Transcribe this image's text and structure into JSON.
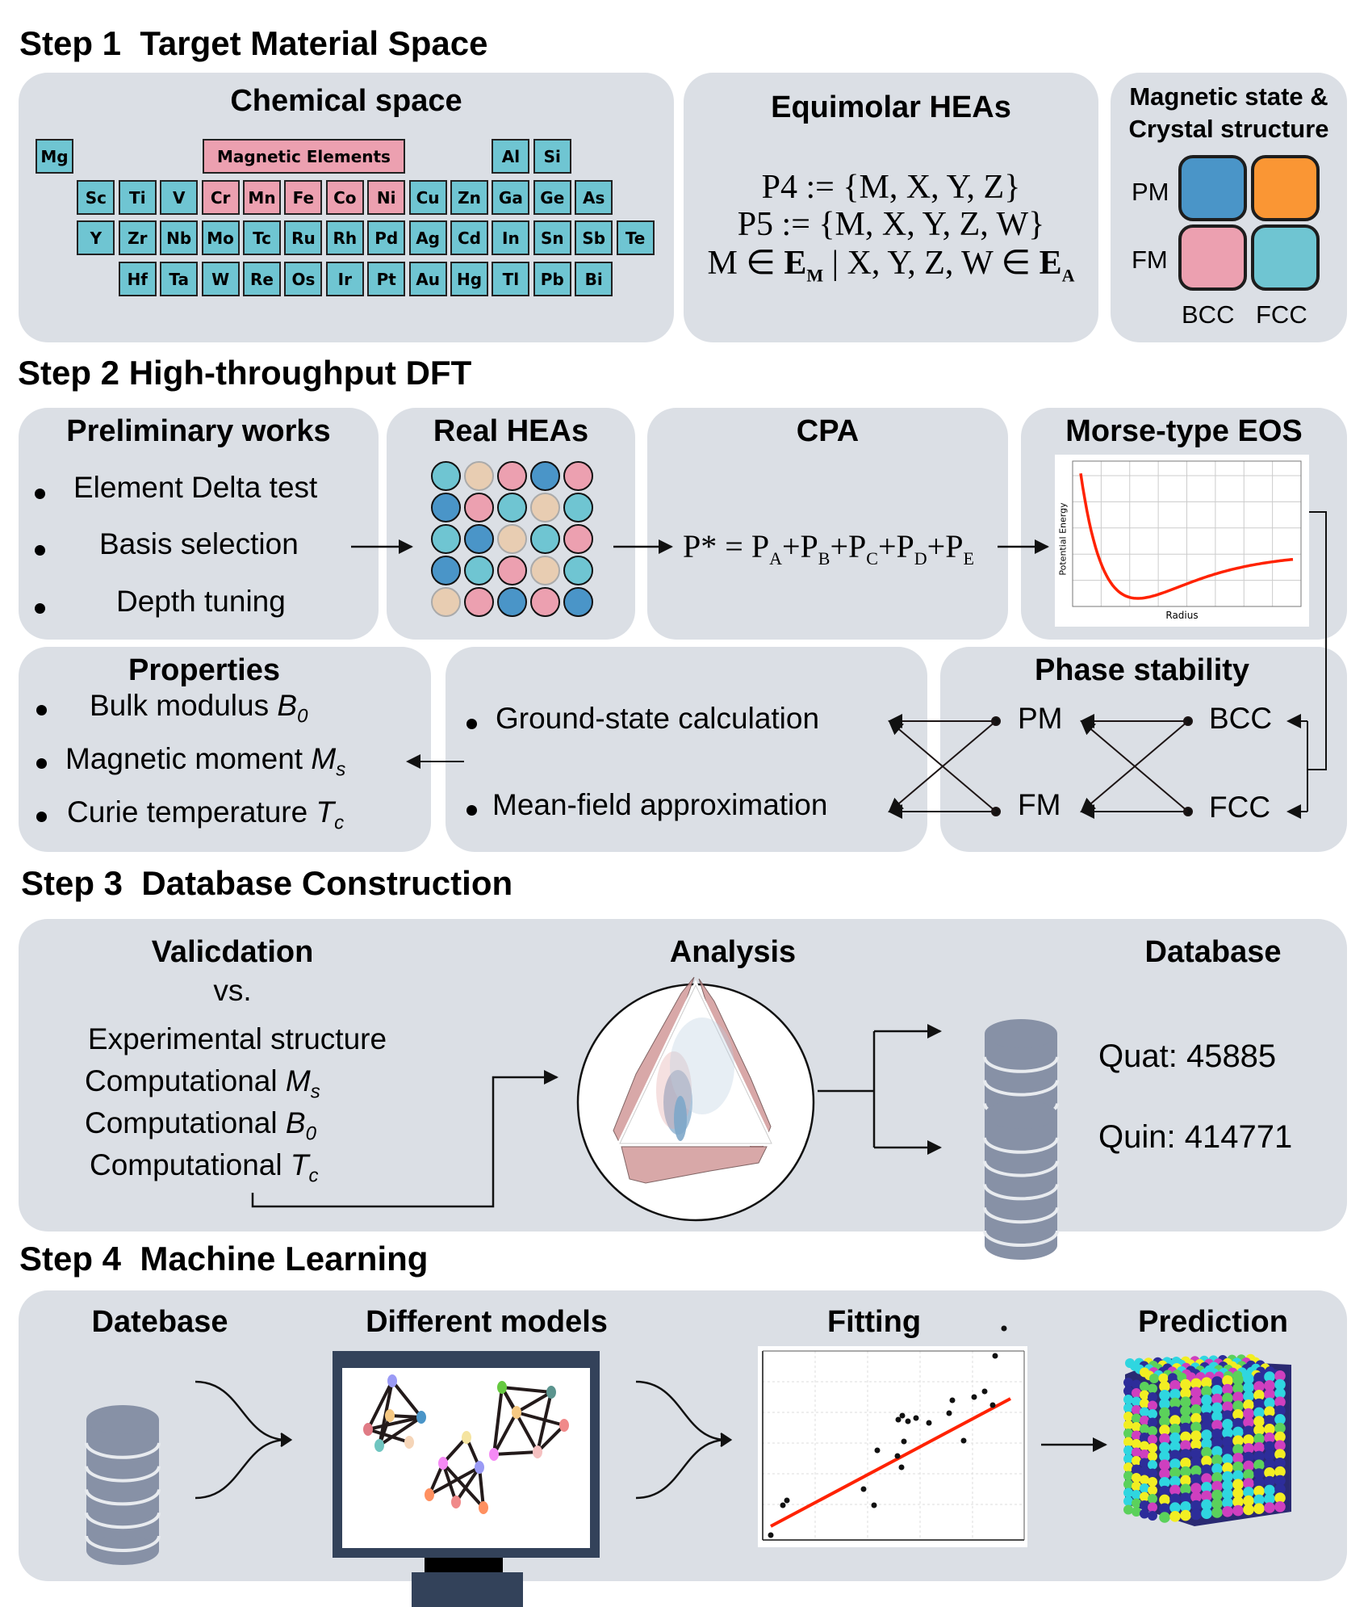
{
  "steps": {
    "step1": "Step 1  Target Material Space",
    "step2": "Step 2 High-throughput DFT",
    "step3": "Step 3  Database Construction",
    "step4": "Step 4  Machine Learning"
  },
  "chemical_space": {
    "title": "Chemical space",
    "magnetic_label": "Magnetic Elements",
    "elements": [
      {
        "symbol": "Mg",
        "row": 0,
        "col": 0,
        "magnetic": false
      },
      {
        "symbol": "Al",
        "row": 0,
        "col": 11,
        "magnetic": false
      },
      {
        "symbol": "Si",
        "row": 0,
        "col": 12,
        "magnetic": false
      },
      {
        "symbol": "Sc",
        "row": 1,
        "col": 1,
        "magnetic": false
      },
      {
        "symbol": "Ti",
        "row": 1,
        "col": 2,
        "magnetic": false
      },
      {
        "symbol": "V",
        "row": 1,
        "col": 3,
        "magnetic": false
      },
      {
        "symbol": "Cr",
        "row": 1,
        "col": 4,
        "magnetic": true
      },
      {
        "symbol": "Mn",
        "row": 1,
        "col": 5,
        "magnetic": true
      },
      {
        "symbol": "Fe",
        "row": 1,
        "col": 6,
        "magnetic": true
      },
      {
        "symbol": "Co",
        "row": 1,
        "col": 7,
        "magnetic": true
      },
      {
        "symbol": "Ni",
        "row": 1,
        "col": 8,
        "magnetic": true
      },
      {
        "symbol": "Cu",
        "row": 1,
        "col": 9,
        "magnetic": false
      },
      {
        "symbol": "Zn",
        "row": 1,
        "col": 10,
        "magnetic": false
      },
      {
        "symbol": "Ga",
        "row": 1,
        "col": 11,
        "magnetic": false
      },
      {
        "symbol": "Ge",
        "row": 1,
        "col": 12,
        "magnetic": false
      },
      {
        "symbol": "As",
        "row": 1,
        "col": 13,
        "magnetic": false
      },
      {
        "symbol": "Y",
        "row": 2,
        "col": 1,
        "magnetic": false
      },
      {
        "symbol": "Zr",
        "row": 2,
        "col": 2,
        "magnetic": false
      },
      {
        "symbol": "Nb",
        "row": 2,
        "col": 3,
        "magnetic": false
      },
      {
        "symbol": "Mo",
        "row": 2,
        "col": 4,
        "magnetic": false
      },
      {
        "symbol": "Tc",
        "row": 2,
        "col": 5,
        "magnetic": false
      },
      {
        "symbol": "Ru",
        "row": 2,
        "col": 6,
        "magnetic": false
      },
      {
        "symbol": "Rh",
        "row": 2,
        "col": 7,
        "magnetic": false
      },
      {
        "symbol": "Pd",
        "row": 2,
        "col": 8,
        "magnetic": false
      },
      {
        "symbol": "Ag",
        "row": 2,
        "col": 9,
        "magnetic": false
      },
      {
        "symbol": "Cd",
        "row": 2,
        "col": 10,
        "magnetic": false
      },
      {
        "symbol": "In",
        "row": 2,
        "col": 11,
        "magnetic": false
      },
      {
        "symbol": "Sn",
        "row": 2,
        "col": 12,
        "magnetic": false
      },
      {
        "symbol": "Sb",
        "row": 2,
        "col": 13,
        "magnetic": false
      },
      {
        "symbol": "Te",
        "row": 2,
        "col": 14,
        "magnetic": false
      },
      {
        "symbol": "Hf",
        "row": 3,
        "col": 2,
        "magnetic": false
      },
      {
        "symbol": "Ta",
        "row": 3,
        "col": 3,
        "magnetic": false
      },
      {
        "symbol": "W",
        "row": 3,
        "col": 4,
        "magnetic": false
      },
      {
        "symbol": "Re",
        "row": 3,
        "col": 5,
        "magnetic": false
      },
      {
        "symbol": "Os",
        "row": 3,
        "col": 6,
        "magnetic": false
      },
      {
        "symbol": "Ir",
        "row": 3,
        "col": 7,
        "magnetic": false
      },
      {
        "symbol": "Pt",
        "row": 3,
        "col": 8,
        "magnetic": false
      },
      {
        "symbol": "Au",
        "row": 3,
        "col": 9,
        "magnetic": false
      },
      {
        "symbol": "Hg",
        "row": 3,
        "col": 10,
        "magnetic": false
      },
      {
        "symbol": "Tl",
        "row": 3,
        "col": 11,
        "magnetic": false
      },
      {
        "symbol": "Pb",
        "row": 3,
        "col": 12,
        "magnetic": false
      },
      {
        "symbol": "Bi",
        "row": 3,
        "col": 13,
        "magnetic": false
      }
    ]
  },
  "equimolar": {
    "title": "Equimolar HEAs",
    "line1": "P4 := {M, X, Y, Z}",
    "line2": "P5 := {M, X, Y, Z, W}",
    "line3_a": "M ∈ ",
    "line3_E": "E",
    "line3_sub_m": "M",
    "line3_b": " | X, Y, Z, W ∈ ",
    "line3_sub_a": "A"
  },
  "magnetic_state": {
    "title_line1": "Magnetic state &",
    "title_line2": "Crystal structure",
    "row_labels": [
      "PM",
      "FM"
    ],
    "col_labels": [
      "BCC",
      "FCC"
    ],
    "colors": {
      "pm_bcc": "#4a95c8",
      "pm_fcc": "#fa9634",
      "fm_bcc": "#eca0b0",
      "fm_fcc": "#6fc5d2"
    }
  },
  "preliminary": {
    "title": "Preliminary works",
    "items": [
      "Element Delta test",
      "Basis selection",
      "Depth tuning"
    ]
  },
  "real_heas": {
    "title": "Real HEAs",
    "grid": [
      [
        "teal",
        "beige",
        "pink",
        "blue",
        "pink"
      ],
      [
        "blue",
        "pink",
        "teal",
        "beige",
        "teal"
      ],
      [
        "teal",
        "blue",
        "beige",
        "teal",
        "pink"
      ],
      [
        "blue",
        "teal",
        "pink",
        "beige",
        "teal"
      ],
      [
        "beige",
        "pink",
        "blue",
        "pink",
        "blue"
      ]
    ],
    "palette": {
      "teal": "#6fc5d2",
      "beige": "#e8cdb2",
      "pink": "#eca0b0",
      "blue": "#4a95c8"
    }
  },
  "cpa": {
    "title": "CPA",
    "eq_lhs": "P* = ",
    "terms": [
      {
        "p": "P",
        "s": "A"
      },
      {
        "p": "+P",
        "s": "B"
      },
      {
        "p": "+P",
        "s": "C"
      },
      {
        "p": "+P",
        "s": "D"
      },
      {
        "p": "+P",
        "s": "E"
      }
    ]
  },
  "morse": {
    "title": "Morse-type EOS",
    "xlabel": "Radius",
    "ylabel": "Potential Energy",
    "curve_color": "#ff2200"
  },
  "properties": {
    "title": "Properties",
    "items": [
      {
        "text": "Bulk modulus ",
        "sym": "B",
        "sub": "0"
      },
      {
        "text": "Magnetic moment ",
        "sym": "M",
        "sub": "s"
      },
      {
        "text": "Curie temperature ",
        "sym": "T",
        "sub": "c"
      }
    ]
  },
  "methods": {
    "items": [
      "Ground-state calculation",
      "Mean-field approximation"
    ]
  },
  "phase_stability": {
    "title": "Phase stability",
    "magnetic": [
      "PM",
      "FM"
    ],
    "structures": [
      "BCC",
      "FCC"
    ]
  },
  "validation": {
    "title": "Valicdation",
    "vs": "vs.",
    "line1": "Experimental structure",
    "items": [
      {
        "text": "Computational ",
        "sym": "M",
        "sub": "s"
      },
      {
        "text": "Computational ",
        "sym": "B",
        "sub": "0"
      },
      {
        "text": "Computational ",
        "sym": "T",
        "sub": "c"
      }
    ]
  },
  "analysis": {
    "title": "Analysis"
  },
  "database": {
    "title": "Database",
    "entries": [
      {
        "label": "Quat: 45885"
      },
      {
        "label": "Quin: 414771"
      }
    ],
    "icon_color": "#8791a6"
  },
  "ml": {
    "datebase_title": "Datebase",
    "models_title": "Different models",
    "fitting_title": "Fitting",
    "prediction_title": "Prediction"
  }
}
